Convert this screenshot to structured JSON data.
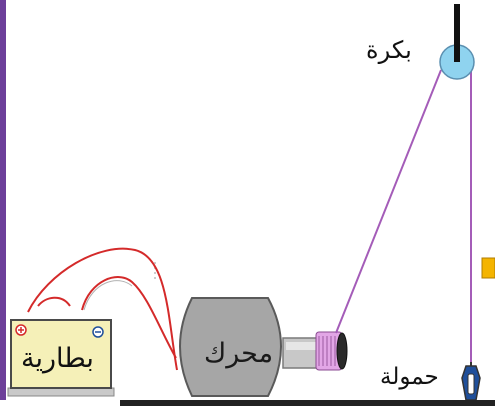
{
  "labels": {
    "pulley": "بكرة",
    "motor": "محرك",
    "battery": "بطارية",
    "load": "حمولة"
  },
  "icons": {
    "battery_positive": "plus-circle-icon",
    "battery_negative": "minus-circle-icon"
  },
  "colors": {
    "frame_left": "#6d3f9a",
    "rope": "#a45cb8",
    "pulley_fill": "#8fd3ef",
    "wire": "#d42a2a",
    "motor_body": "#a6a6a6",
    "motor_shaft": "#c8c8c8",
    "spool": "#e2a6e6",
    "battery_fill": "#f5f0b8",
    "load_fill": "#1f4f9a",
    "marker": "#f4b400",
    "ground": "#222222"
  }
}
